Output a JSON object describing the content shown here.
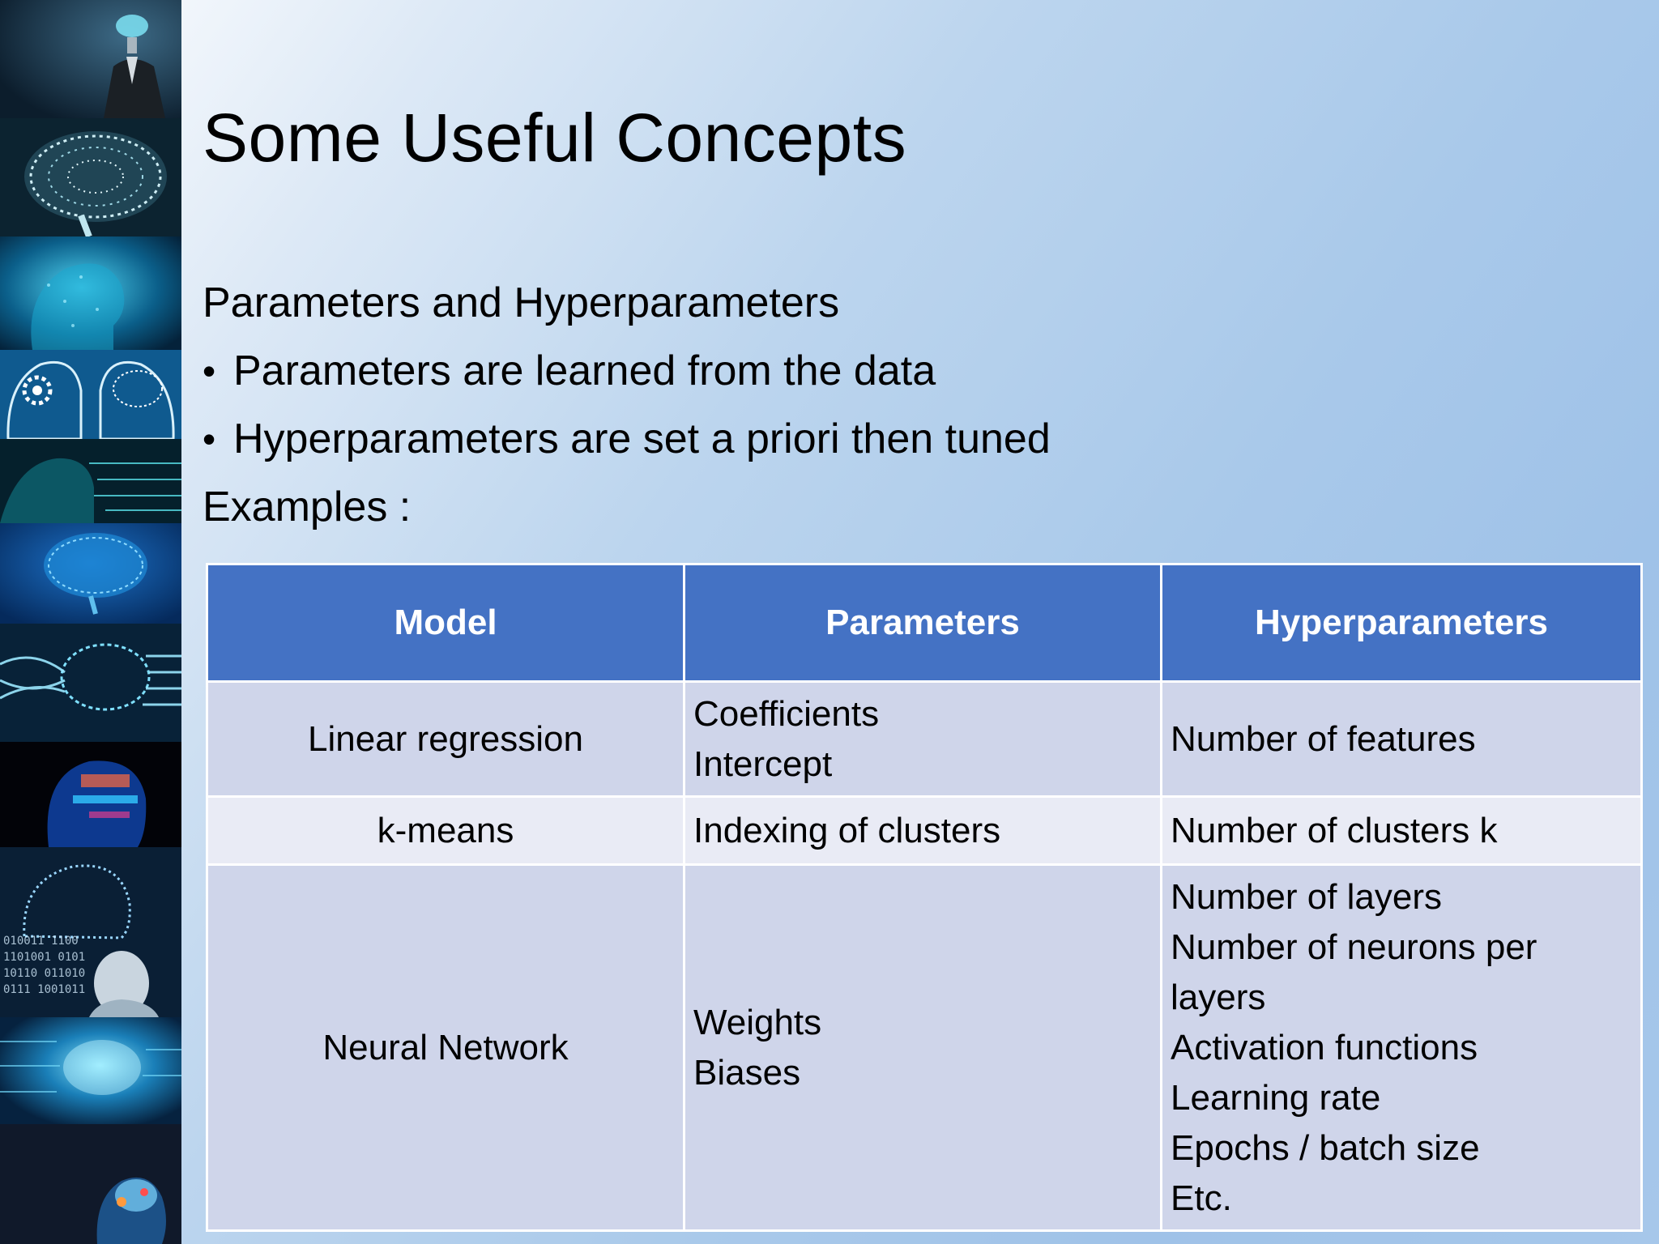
{
  "slide": {
    "title": "Some Useful Concepts",
    "subtitle": "Parameters and Hyperparameters",
    "bullets": [
      "Parameters are learned from the data",
      "Hyperparameters are set a priori then tuned"
    ],
    "examples_label": "Examples :"
  },
  "table": {
    "headers": [
      "Model",
      "Parameters",
      "Hyperparameters"
    ],
    "rows": [
      {
        "model": "Linear regression",
        "parameters": [
          "Coefficients",
          "Intercept"
        ],
        "hyperparameters": [
          "Number of features"
        ]
      },
      {
        "model": "k-means",
        "parameters": [
          "Indexing of clusters"
        ],
        "hyperparameters": [
          "Number of clusters k"
        ]
      },
      {
        "model": "Neural Network",
        "parameters": [
          "Weights",
          "Biases"
        ],
        "hyperparameters": [
          "Number of layers",
          "Number of neurons per",
          "layers",
          "Activation functions",
          "Learning rate",
          "Epochs / batch size",
          "Etc."
        ]
      }
    ]
  },
  "colors": {
    "header_bg": "#4472c4",
    "row_odd_bg": "#cfd5ea",
    "row_even_bg": "#e9ebf5"
  },
  "sidebar": {
    "images": [
      "head-silhouette-icon",
      "glowing-brain-icon",
      "digital-head-icon",
      "gear-brain-heads-icon",
      "circuit-head-icon",
      "blue-brain-icon",
      "brain-wires-icon",
      "colorful-head-icon",
      "binary-head-icon",
      "circuit-brain-icon",
      "glowing-head-icon"
    ]
  }
}
